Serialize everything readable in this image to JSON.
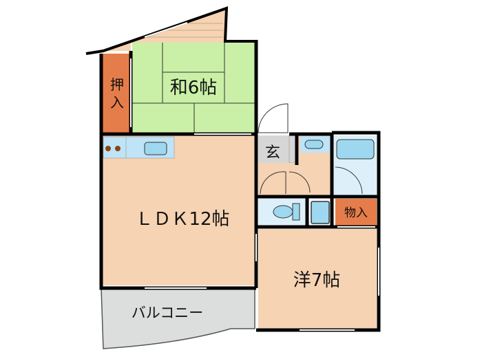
{
  "rooms": {
    "washitsu": {
      "label": "和6帖",
      "color": "#C9F0A6"
    },
    "oshiire": {
      "label_top": "押",
      "label_bottom": "入",
      "color": "#E57D4A"
    },
    "ldk": {
      "label": "ＬＤＫ12帖",
      "color": "#F5D3B3"
    },
    "genkan": {
      "label": "玄",
      "color": "#D6D6D6"
    },
    "monoire": {
      "label": "物入",
      "color": "#E57D4A"
    },
    "youshitsu": {
      "label": "洋7帖",
      "color": "#F5D3B3"
    },
    "balcony": {
      "label": "バルコニー",
      "color": "#DCDEDE"
    }
  },
  "colors": {
    "wall": "#000000",
    "water": "#BFE3F7",
    "fixture": "#9ED8F0",
    "burner": "#8B4513"
  }
}
